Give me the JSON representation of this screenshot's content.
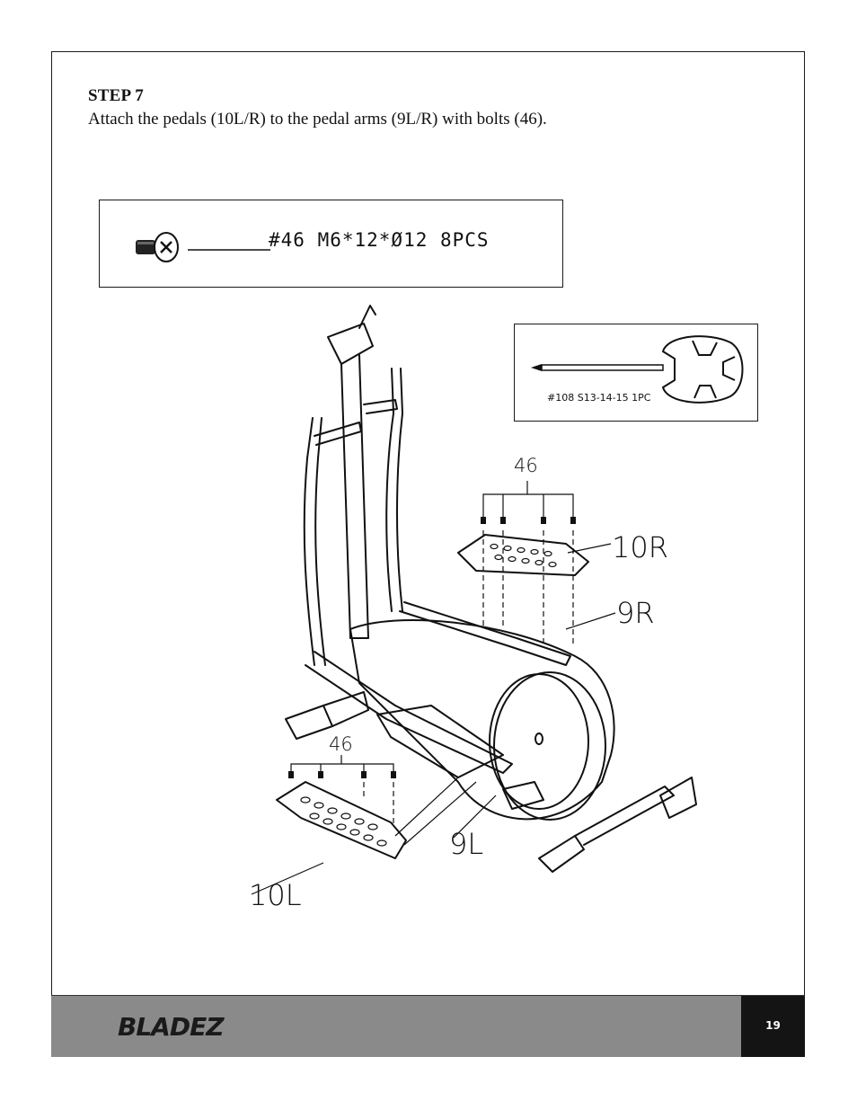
{
  "step": {
    "title": "STEP 7",
    "instruction": "Attach the pedals (10L/R) to the pedal arms (9L/R) with bolts (46)."
  },
  "hardware": {
    "bolt_label": "#46 M6*12*Ø12 8PCS",
    "wrench_label": "#108 S13-14-15 1PC"
  },
  "callouts": {
    "bolts_right": "46",
    "bolts_left": "46",
    "pedal_right": "10R",
    "arm_right": "9R",
    "arm_left": "9L",
    "pedal_left": "10L"
  },
  "footer": {
    "brand": "BLADEZ",
    "page_number": "19"
  },
  "colors": {
    "footer_bg": "#8a8a8a",
    "page_block_bg": "#141414"
  }
}
